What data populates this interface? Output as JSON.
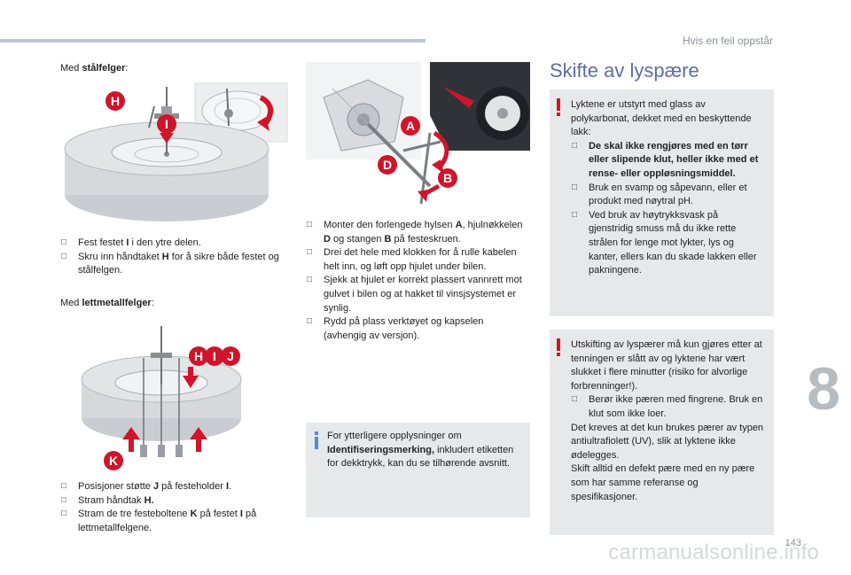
{
  "header": {
    "title": "Hvis en feil oppstår"
  },
  "page_number": "143",
  "chapter_number": "8",
  "footer": "carmanualsonline.info",
  "left": {
    "steel_label_prefix": "Med ",
    "steel_label_bold": "stålfelger",
    "steel_label_suffix": ":",
    "steel_markers": [
      "H",
      "I"
    ],
    "steel_steps": [
      [
        "Fest festet ",
        "I",
        " i den ytre delen."
      ],
      [
        "Skru inn håndtaket ",
        "H",
        " for å sikre både festet og stålfelgen."
      ]
    ],
    "alloy_label_prefix": "Med ",
    "alloy_label_bold": "lettmetallfelger",
    "alloy_label_suffix": ":",
    "alloy_markers": [
      "H",
      "I",
      "J",
      "K"
    ],
    "alloy_steps": [
      [
        "Posisjoner støtte ",
        "J",
        " på festeholder ",
        "I",
        "."
      ],
      [
        "Stram håndtak ",
        "H.",
        ""
      ],
      [
        "Stram de tre festeboltene ",
        "K",
        " på festet ",
        "I",
        " på lettmetallfelgene."
      ]
    ]
  },
  "middle": {
    "markers": [
      "A",
      "D",
      "B"
    ],
    "steps": [
      [
        "Monter den forlengede hylsen ",
        "A",
        ", hjulnøkkelen ",
        "D",
        " og stangen ",
        "B",
        " på festeskruen."
      ],
      [
        "Drei det hele med klokken for å rulle kabelen helt inn, og løft opp hjulet under bilen."
      ],
      [
        "Sjekk at hjulet er korrekt plassert vannrett mot gulvet i bilen og at hakket til vinsjsystemet er synlig."
      ],
      [
        "Rydd på plass verktøyet og kapselen (avhengig av versjon)."
      ]
    ],
    "info_prefix": "For ytterligere opplysninger om ",
    "info_bold": "Identifiseringsmerking,",
    "info_suffix": " inkludert etiketten for dekktrykk, kan du se tilhørende avsnitt."
  },
  "right": {
    "title": "Skifte av lyspære",
    "warn1_intro": "Lyktene er utstyrt med glass av polykarbonat, dekket med en beskyttende lakk:",
    "warn1_items": [
      "De skal ikke rengjøres med en tørr eller slipende klut, heller ikke med et rense- eller oppløsningsmiddel.",
      "Bruk en svamp og såpevann, eller et produkt med nøytral pH.",
      "Ved bruk av høytrykksvask på gjenstridig smuss må du ikke rette strålen for lenge mot lykter, lys og kanter, ellers kan du skade lakken eller pakningene."
    ],
    "warn2_intro": "Utskifting av lyspærer må kun gjøres etter at tenningen er slått av og lyktene har vært slukket i flere minutter (risiko for alvorlige forbrenninger!).",
    "warn2_items": [
      "Berør ikke pæren med fingrene. Bruk en klut som ikke loer."
    ],
    "warn2_p1": "Det kreves at det kun brukes pærer av typen antiultrafiolett (UV), slik at lyktene ikke ødelegges.",
    "warn2_p2": "Skift alltid en defekt pære med en ny pære som har samme referanse og spesifikasjoner."
  },
  "colors": {
    "marker_red": "#d0152a",
    "accent_blue": "#5a6ea0",
    "info_blue": "#4e8dd7",
    "box_gray": "#e7e8ea"
  }
}
